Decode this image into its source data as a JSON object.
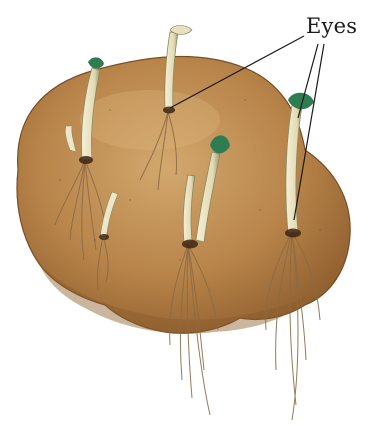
{
  "diagram": {
    "label": "Eyes",
    "colors": {
      "tuber": "#b8844a",
      "tuber_shadow": "#8a5a2b",
      "tuber_highlight": "#d2a86e",
      "sprout": "#ede6c8",
      "sprout_shade": "#9c9a6c",
      "leaf": "#2e7d52",
      "root": "#8b6a45",
      "line": "#1a1a1a"
    },
    "icons": [
      "potato-tuber",
      "sprout",
      "root-cluster"
    ]
  }
}
